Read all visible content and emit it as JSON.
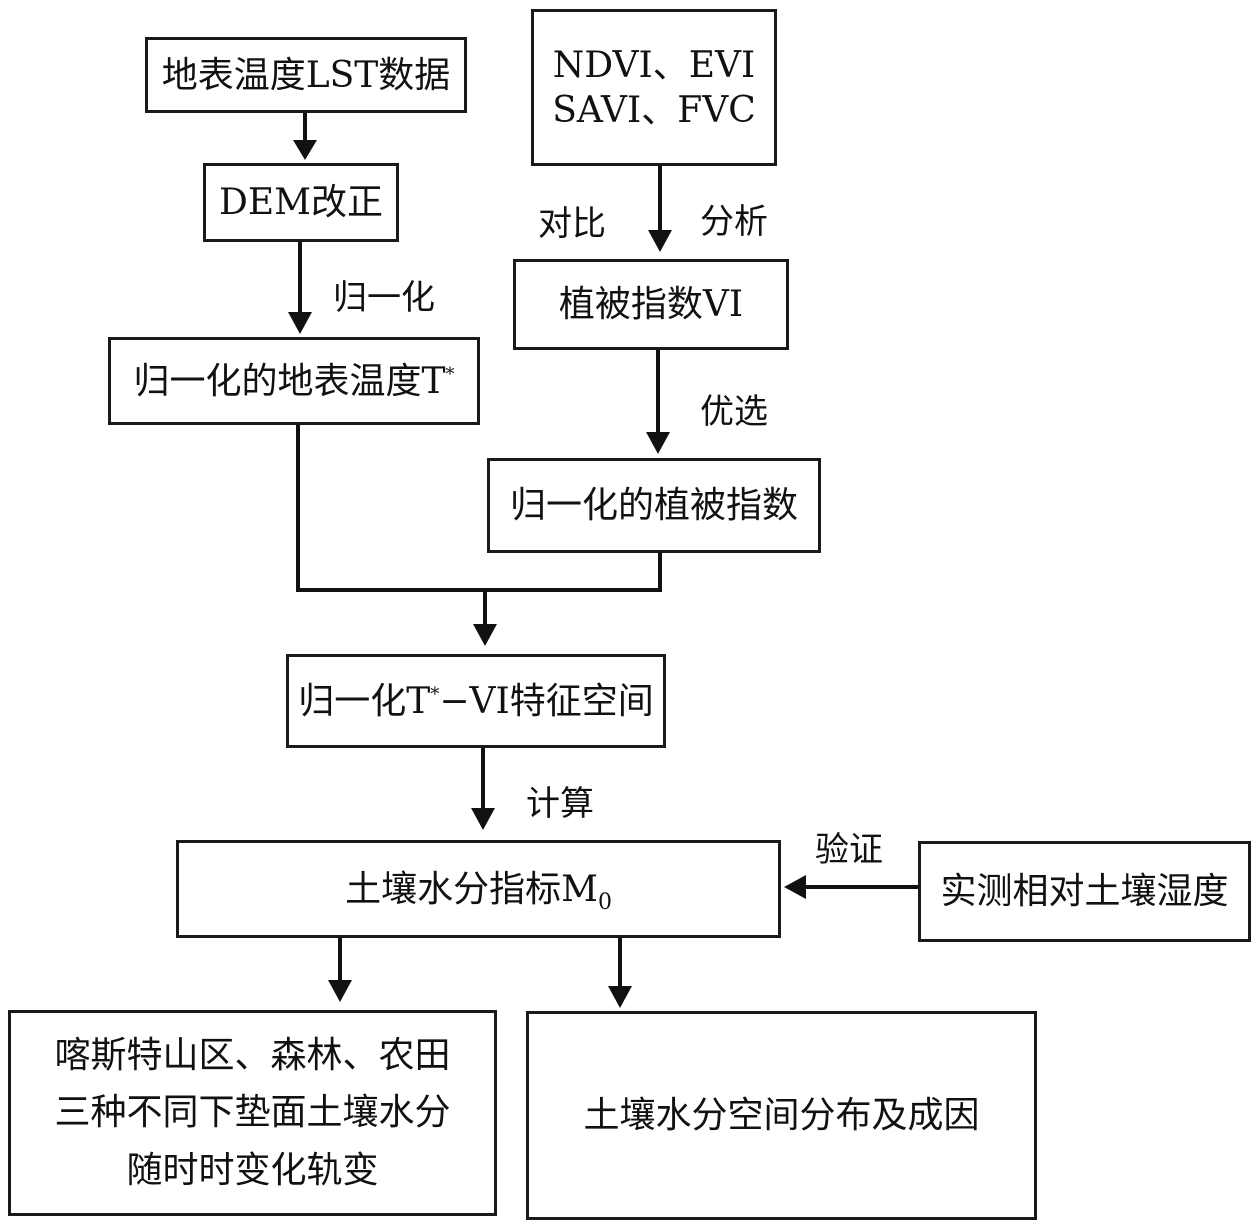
{
  "boxes": {
    "lst": "地表温度LST数据",
    "dem": "DEM改正",
    "norm_t": "归一化的地表温度T",
    "norm_t_sup": "*",
    "vi_indices_line1": "NDVI、EVI",
    "vi_indices_line2": "SAVI、FVC",
    "vi": "植被指数VI",
    "norm_vi": "归一化的植被指数",
    "feature_space_a": "归一化T",
    "feature_space_sup": "*",
    "feature_space_b": "−VI特征空间",
    "smi": "土壤水分指标M",
    "smi_sub": "0",
    "measured": "实测相对土壤湿度",
    "out1_line1": "喀斯特山区、森林、农田",
    "out1_line2": "三种不同下垫面土壤水分",
    "out1_line3": "随时时变化轨变",
    "out2": "土壤水分空间分布及成因"
  },
  "labels": {
    "normalize": "归一化",
    "compare": "对比",
    "analyze": "分析",
    "select": "优选",
    "calculate": "计算",
    "validate": "验证"
  }
}
